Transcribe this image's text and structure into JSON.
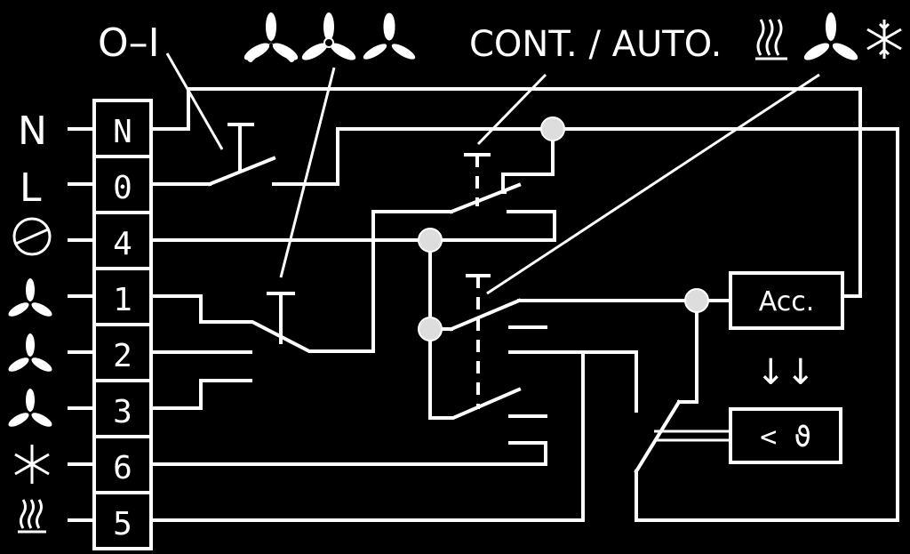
{
  "top": {
    "power_label": "O–I",
    "mode_label": "CONT. / AUTO."
  },
  "terminals": [
    "N",
    "0",
    "4",
    "1",
    "2",
    "3",
    "6",
    "5"
  ],
  "left_labels": {
    "n": "N",
    "l": "L"
  },
  "boxes": {
    "acc": "Acc.",
    "thermo": "< ϑ",
    "arrows": "↓↓"
  }
}
